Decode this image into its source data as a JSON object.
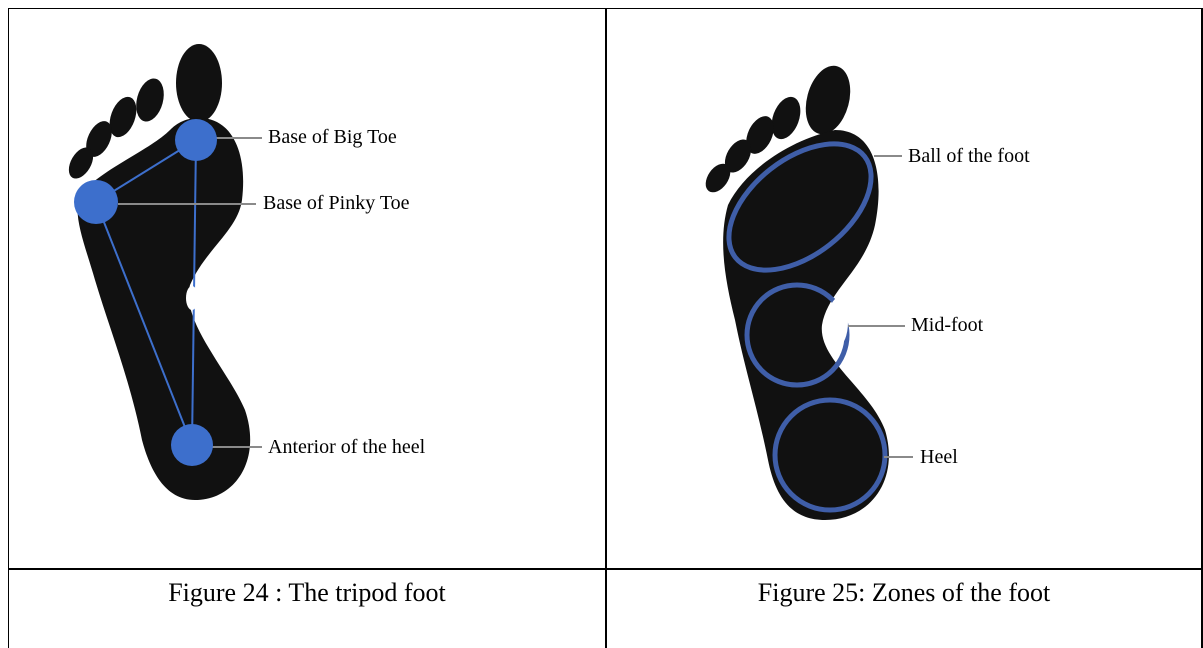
{
  "figure_left": {
    "caption": "Figure 24 : The tripod foot",
    "labels": {
      "big_toe": "Base of Big Toe",
      "pinky_toe": "Base of Pinky Toe",
      "heel": "Anterior of the heel"
    }
  },
  "figure_right": {
    "caption": "Figure 25: Zones of the foot",
    "labels": {
      "ball": "Ball of the foot",
      "midfoot": "Mid-foot",
      "heel": "Heel"
    }
  },
  "colors": {
    "foot": "#111111",
    "tripod_point": "#3d6fcc",
    "zone_ring": "#3f5ea8",
    "leader_line": "#8a8a8a"
  }
}
